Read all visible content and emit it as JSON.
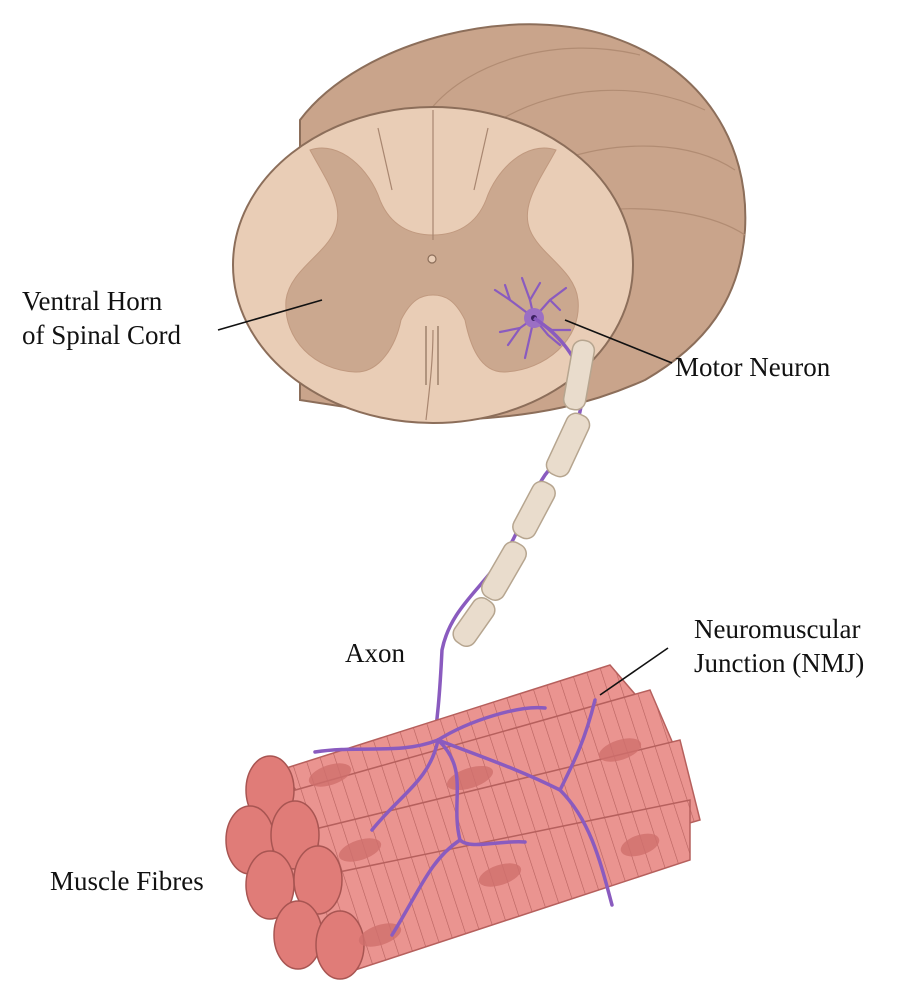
{
  "labels": {
    "ventral_horn": [
      "Ventral Horn",
      "of Spinal Cord"
    ],
    "motor_neuron": "Motor Neuron",
    "axon": "Axon",
    "nmj": [
      "Neuromuscular",
      "Junction (NMJ)"
    ],
    "muscle_fibres": "Muscle Fibres"
  },
  "colors": {
    "cord_body": "#c9a48b",
    "cord_face": "#e9cdb6",
    "grey_matter": "#cba88f",
    "outline": "#8c6e5a",
    "neuron": "#9b6fc4",
    "neuron_dark": "#7d4fb0",
    "myelin": "#e9dccc",
    "muscle": "#e8938f",
    "muscle_end": "#e07c78",
    "muscle_lines": "#b35f5d"
  }
}
